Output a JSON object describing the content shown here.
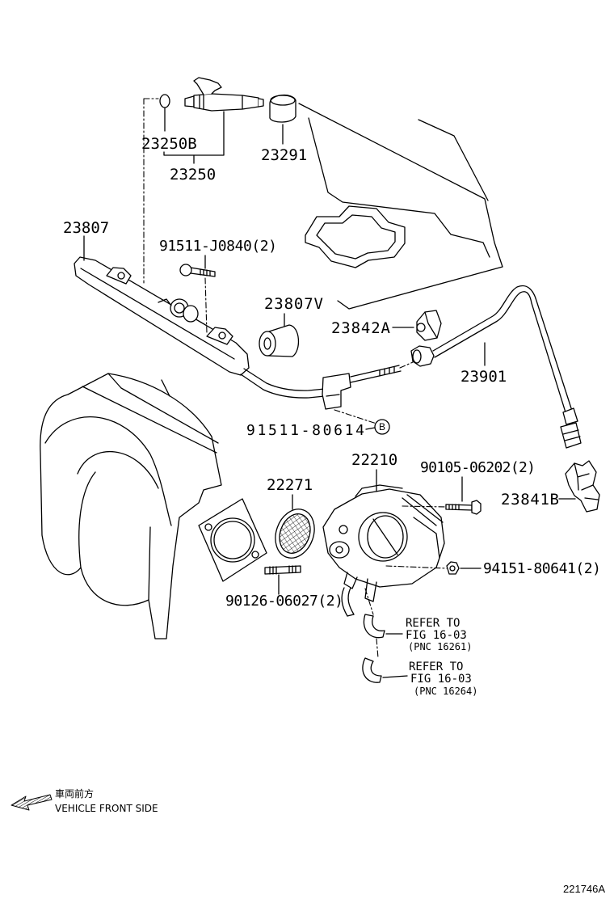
{
  "diagram": {
    "labels": {
      "p23250b": "23250B",
      "p23250": "23250",
      "p23291": "23291",
      "p23807": "23807",
      "p91511_j0840": "91511-J0840(2)",
      "p23807v": "23807V",
      "p23842a": "23842A",
      "p23901": "23901",
      "p91511_80614": "91511-80614",
      "ref_b": "B",
      "p22210": "22210",
      "p90105_06202": "90105-06202(2)",
      "p22271": "22271",
      "p23841b": "23841B",
      "p94151_80641": "94151-80641(2)",
      "p90126_06027": "90126-06027(2)"
    },
    "references": [
      {
        "refer": "REFER TO",
        "fig": "FIG 16-03",
        "pnc": "(PNC 16261)"
      },
      {
        "refer": "REFER TO",
        "fig": "FIG 16-03",
        "pnc": "(PNC 16264)"
      }
    ],
    "orientation": {
      "jp": "車両前方",
      "en": "VEHICLE FRONT SIDE",
      "icon": "front-arrow-icon"
    },
    "figure_id": "221746A"
  },
  "colors": {
    "line": "#000000",
    "background": "#ffffff"
  }
}
